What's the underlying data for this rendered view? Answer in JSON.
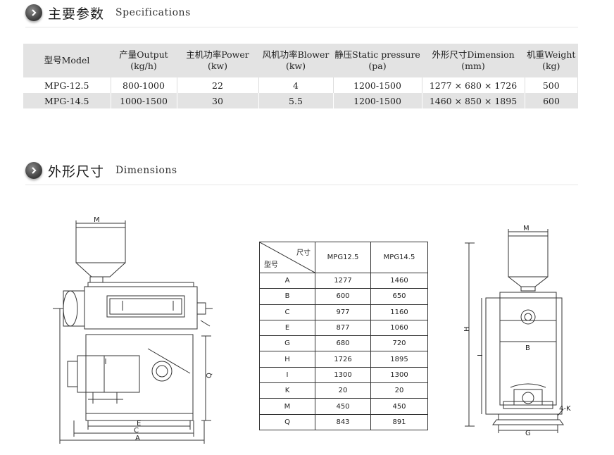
{
  "section1": {
    "title_cn": "主要参数",
    "title_en": "Specifications"
  },
  "section2": {
    "title_cn": "外形尺寸",
    "title_en": "Dimensions"
  },
  "spec_table": {
    "headers": [
      {
        "l1": "型号Model",
        "l2": ""
      },
      {
        "l1": "产量Output",
        "l2": "(kg/h)"
      },
      {
        "l1": "主机功率Power",
        "l2": "(kw)"
      },
      {
        "l1": "风机功率Blower",
        "l2": "(kw)"
      },
      {
        "l1": "静压Static pressure",
        "l2": "(pa)"
      },
      {
        "l1": "外形尺寸Dimension",
        "l2": "(mm)"
      },
      {
        "l1": "机重Weight",
        "l2": "(kg)"
      }
    ],
    "rows": [
      [
        "MPG-12.5",
        "800-1000",
        "22",
        "4",
        "1200-1500",
        "1277 × 680 × 1726",
        "500"
      ],
      [
        "MPG-14.5",
        "1000-1500",
        "30",
        "5.5",
        "1200-1500",
        "1460 × 850 × 1895",
        "600"
      ]
    ]
  },
  "dim_table": {
    "corner_top": "尺寸",
    "corner_bottom": "型号",
    "col1": "MPG12.5",
    "col2": "MPG14.5",
    "rows": [
      [
        "A",
        "1277",
        "1460"
      ],
      [
        "B",
        "600",
        "650"
      ],
      [
        "C",
        "977",
        "1160"
      ],
      [
        "E",
        "877",
        "1060"
      ],
      [
        "G",
        "680",
        "720"
      ],
      [
        "H",
        "1726",
        "1895"
      ],
      [
        "I",
        "1300",
        "1300"
      ],
      [
        "K",
        "20",
        "20"
      ],
      [
        "M",
        "450",
        "450"
      ],
      [
        "Q",
        "843",
        "891"
      ]
    ]
  },
  "drawing_labels": {
    "left": {
      "M": "M",
      "Q": "Q",
      "E": "E",
      "C": "C",
      "A": "A"
    },
    "right": {
      "M": "M",
      "H": "H",
      "I": "I",
      "B": "B",
      "K": "4-K",
      "G": "G"
    }
  }
}
